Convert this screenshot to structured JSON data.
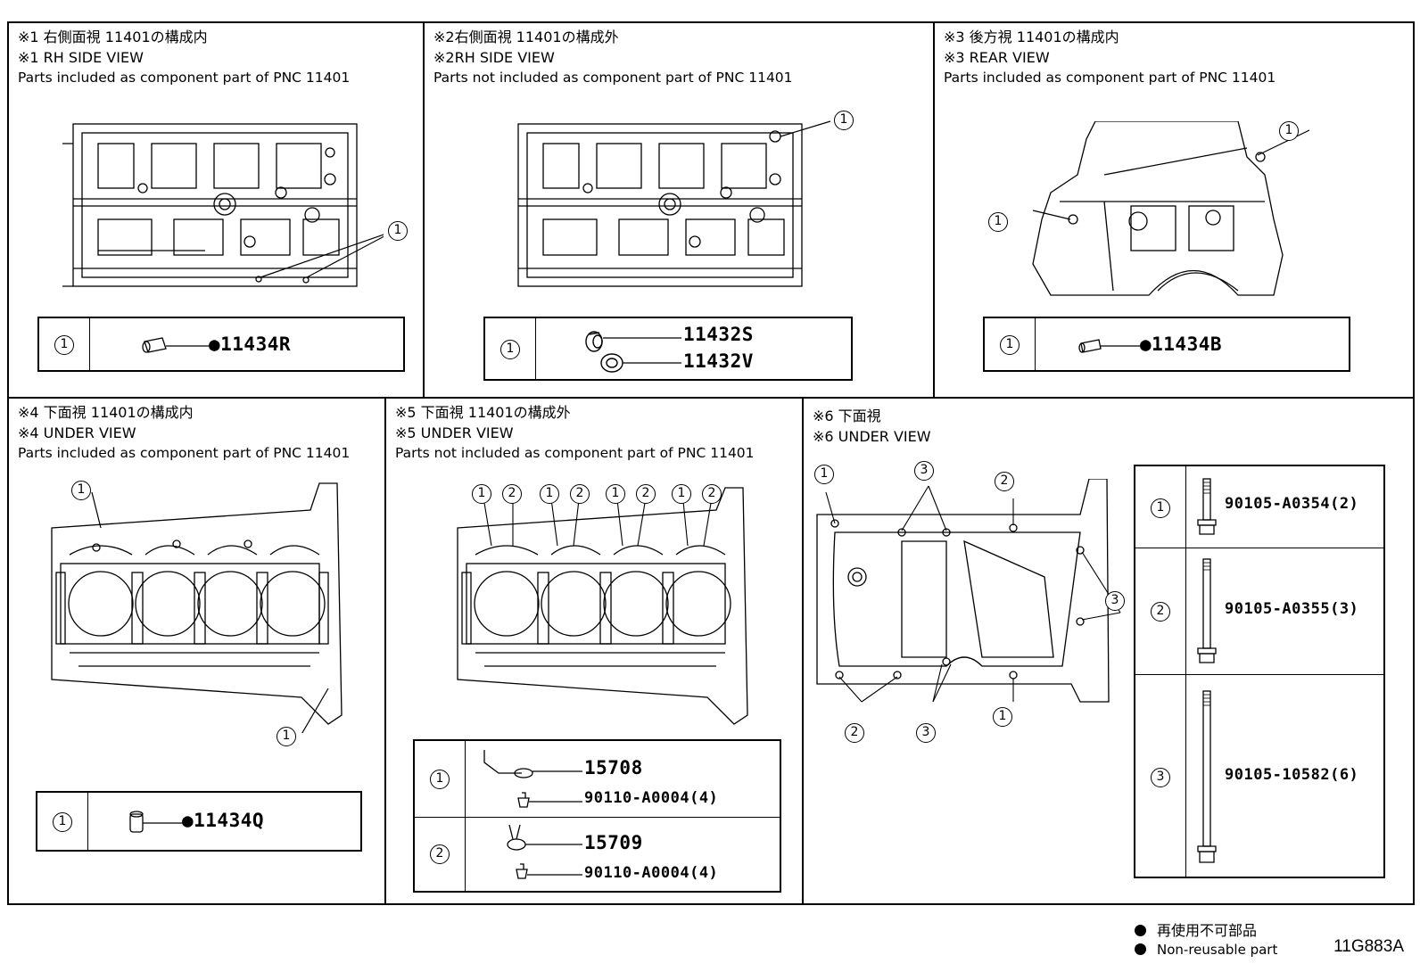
{
  "panels": [
    {
      "jp": "※1 右側面視 11401の構成内",
      "en": "※1 RH SIDE VIEW",
      "desc": "Parts included as component part of PNC 11401",
      "legend": [
        {
          "idx": "1",
          "parts": [
            "●11434R"
          ]
        }
      ]
    },
    {
      "jp": "※2右側面視 11401の構成外",
      "en": "※2RH SIDE VIEW",
      "desc": "Parts not included as component part of PNC 11401",
      "legend": [
        {
          "idx": "1",
          "parts": [
            "11432S",
            "11432V"
          ]
        }
      ]
    },
    {
      "jp": "※3 後方視 11401の構成内",
      "en": "※3 REAR VIEW",
      "desc": "Parts included as component part of PNC 11401",
      "legend": [
        {
          "idx": "1",
          "parts": [
            "●11434B"
          ]
        }
      ]
    },
    {
      "jp": "※4 下面視 11401の構成内",
      "en": "※4 UNDER VIEW",
      "desc": "Parts included as component part of PNC 11401",
      "legend": [
        {
          "idx": "1",
          "parts": [
            "●11434Q"
          ]
        }
      ]
    },
    {
      "jp": "※5 下面視 11401の構成外",
      "en": "※5 UNDER VIEW",
      "desc": "Parts not included as component part of PNC 11401",
      "legend": [
        {
          "idx": "1",
          "parts": [
            "15708",
            "90110-A0004(4)"
          ]
        },
        {
          "idx": "2",
          "parts": [
            "15709",
            "90110-A0004(4)"
          ]
        }
      ]
    },
    {
      "jp": "※6 下面視",
      "en": "※6 UNDER VIEW",
      "desc": "",
      "legend": [
        {
          "idx": "1",
          "parts": [
            "90105-A0354(2)"
          ]
        },
        {
          "idx": "2",
          "parts": [
            "90105-A0355(3)"
          ]
        },
        {
          "idx": "3",
          "parts": [
            "90105-10582(6)"
          ]
        }
      ]
    }
  ],
  "callouts": {
    "one": "1",
    "two": "2",
    "three": "3"
  },
  "footer": {
    "jp": "再使用不可部品",
    "en": "Non-reusable part",
    "code": "11G883A"
  }
}
